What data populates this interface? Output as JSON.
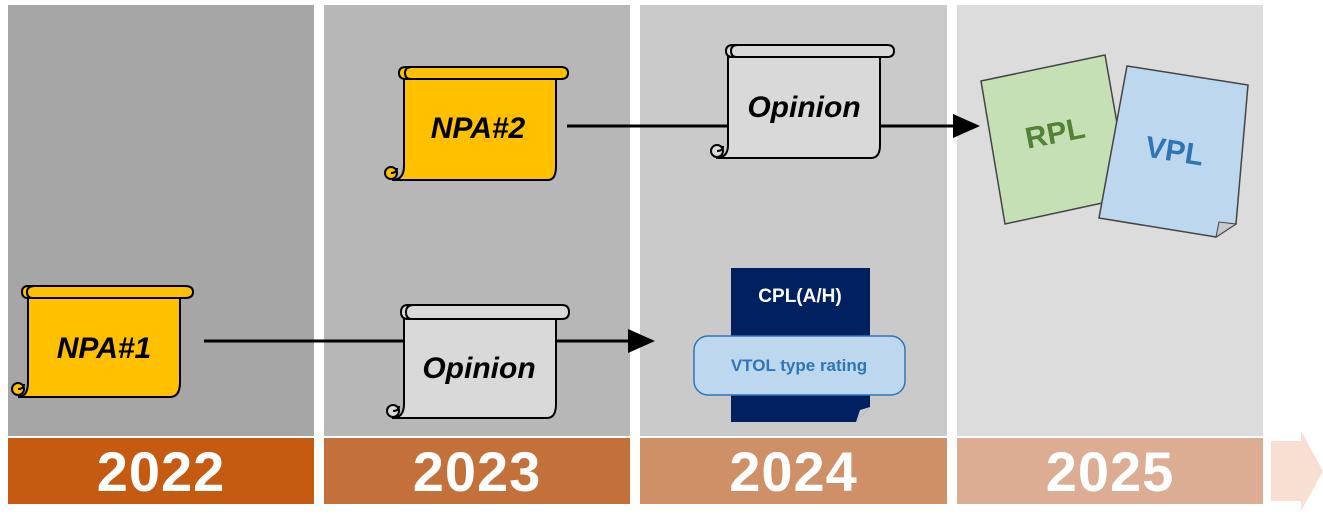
{
  "timeline": {
    "columns": [
      {
        "year": "2022",
        "panel_color": "#a6a6a6",
        "band_color": "#c55a11"
      },
      {
        "year": "2023",
        "panel_color": "#b7b7b7",
        "band_color": "#c4703a"
      },
      {
        "year": "2024",
        "panel_color": "#cacaca",
        "band_color": "#cf9068"
      },
      {
        "year": "2025",
        "panel_color": "#dcdcdc",
        "band_color": "#dcad93"
      }
    ],
    "arrow_color": "#f8dfd2"
  },
  "documents": {
    "npa1": "NPA#1",
    "npa2": "NPA#2",
    "opinion_2023": "Opinion",
    "opinion_2024": "Opinion",
    "cpl": "CPL(A/H)",
    "vtol": "VTOL type rating",
    "rpl": "RPL",
    "vpl": "VPL"
  },
  "colors": {
    "npa_fill": "#ffc000",
    "opinion_fill": "#d9d9d9",
    "cpl_fill": "#002060",
    "vtol_fill": "#bdd7ee",
    "vtol_text": "#2e75b6",
    "rpl_fill": "#c5e0b4",
    "rpl_text": "#548235",
    "vpl_fill": "#bdd7ee",
    "vpl_text": "#2e75b6"
  }
}
